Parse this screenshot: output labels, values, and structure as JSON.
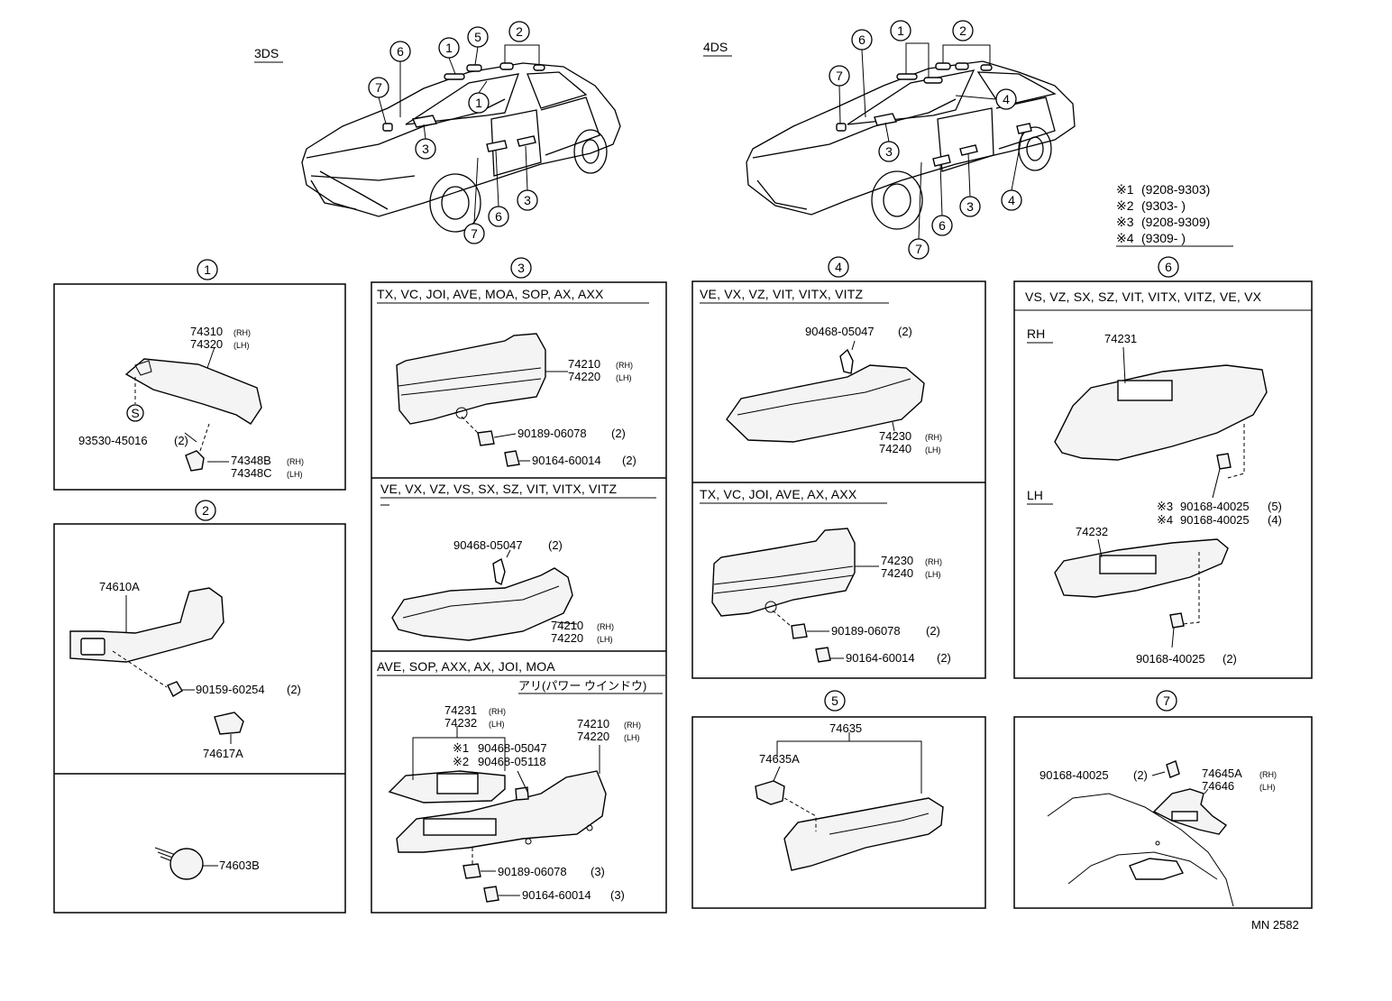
{
  "diagram_code": "MN 2582",
  "notes": [
    {
      "mark": "※1",
      "range": "(9208-9303)"
    },
    {
      "mark": "※2",
      "range": "(9303-        )"
    },
    {
      "mark": "※3",
      "range": "(9208-9309)"
    },
    {
      "mark": "※4",
      "range": "(9309-        )"
    }
  ],
  "overview": {
    "label_3ds": "3DS",
    "label_4ds": "4DS",
    "callouts_3ds": [
      "6",
      "1",
      "5",
      "2",
      "7",
      "1",
      "3",
      "6",
      "3",
      "7"
    ],
    "callouts_4ds": [
      "6",
      "1",
      "2",
      "7",
      "4",
      "3",
      "6",
      "3",
      "4",
      "7"
    ]
  },
  "panels": {
    "p1": {
      "number": "1",
      "parts": [
        {
          "no": "74310",
          "side": "(RH)"
        },
        {
          "no": "74320",
          "side": "(LH)"
        },
        {
          "no": "93530-45016",
          "qty": "(2)"
        },
        {
          "no": "74348B",
          "side": "(RH)"
        },
        {
          "no": "74348C",
          "side": "(LH)"
        }
      ],
      "s_mark": "S"
    },
    "p2": {
      "number": "2",
      "parts": [
        {
          "no": "74610A"
        },
        {
          "no": "90159-60254",
          "qty": "(2)"
        },
        {
          "no": "74617A"
        },
        {
          "no": "74603B"
        }
      ]
    },
    "p3": {
      "number": "3",
      "sections": [
        {
          "models": "TX, VC, JOI, AVE, MOA, SOP, AX, AXX",
          "parts": [
            {
              "no": "74210",
              "side": "(RH)"
            },
            {
              "no": "74220",
              "side": "(LH)"
            },
            {
              "no": "90189-06078",
              "qty": "(2)"
            },
            {
              "no": "90164-60014",
              "qty": "(2)"
            }
          ]
        },
        {
          "models": "VE, VX, VZ, VS, SX, SZ, VIT, VITX, VITZ",
          "parts": [
            {
              "no": "90468-05047",
              "qty": "(2)"
            },
            {
              "no": "74210",
              "side": "(RH)"
            },
            {
              "no": "74220",
              "side": "(LH)"
            }
          ]
        },
        {
          "models": "AVE, SOP, AXX, AX, JOI, MOA",
          "condition": "アリ(パワー ウインドウ)",
          "parts": [
            {
              "no": "74231",
              "side": "(RH)"
            },
            {
              "no": "74232",
              "side": "(LH)"
            },
            {
              "no": "74210",
              "side": "(RH)"
            },
            {
              "no": "74220",
              "side": "(LH)"
            },
            {
              "mark": "※1",
              "no": "90468-05047"
            },
            {
              "mark": "※2",
              "no": "90468-05118"
            },
            {
              "no": "90189-06078",
              "qty": "(3)"
            },
            {
              "no": "90164-60014",
              "qty": "(3)"
            }
          ]
        }
      ]
    },
    "p4": {
      "number": "4",
      "sections": [
        {
          "models": "VE, VX, VZ, VIT, VITX, VITZ",
          "parts": [
            {
              "no": "90468-05047",
              "qty": "(2)"
            },
            {
              "no": "74230",
              "side": "(RH)"
            },
            {
              "no": "74240",
              "side": "(LH)"
            }
          ]
        },
        {
          "models": "TX, VC, JOI, AVE, AX, AXX",
          "parts": [
            {
              "no": "74230",
              "side": "(RH)"
            },
            {
              "no": "74240",
              "side": "(LH)"
            },
            {
              "no": "90189-06078",
              "qty": "(2)"
            },
            {
              "no": "90164-60014",
              "qty": "(2)"
            }
          ]
        }
      ]
    },
    "p5": {
      "number": "5",
      "parts": [
        {
          "no": "74635"
        },
        {
          "no": "74635A"
        }
      ]
    },
    "p6": {
      "number": "6",
      "models": "VS, VZ, SX, SZ, VIT, VITX, VITZ, VE, VX",
      "rh_label": "RH",
      "lh_label": "LH",
      "parts": [
        {
          "no": "74231"
        },
        {
          "mark": "※3",
          "no": "90168-40025",
          "qty": "(5)"
        },
        {
          "mark": "※4",
          "no": "90168-40025",
          "qty": "(4)"
        },
        {
          "no": "74232"
        },
        {
          "no": "90168-40025",
          "qty": "(2)"
        }
      ]
    },
    "p7": {
      "number": "7",
      "parts": [
        {
          "no": "90168-40025",
          "qty": "(2)"
        },
        {
          "no": "74645A",
          "side": "(RH)"
        },
        {
          "no": "74646",
          "side": "(LH)"
        }
      ]
    }
  }
}
